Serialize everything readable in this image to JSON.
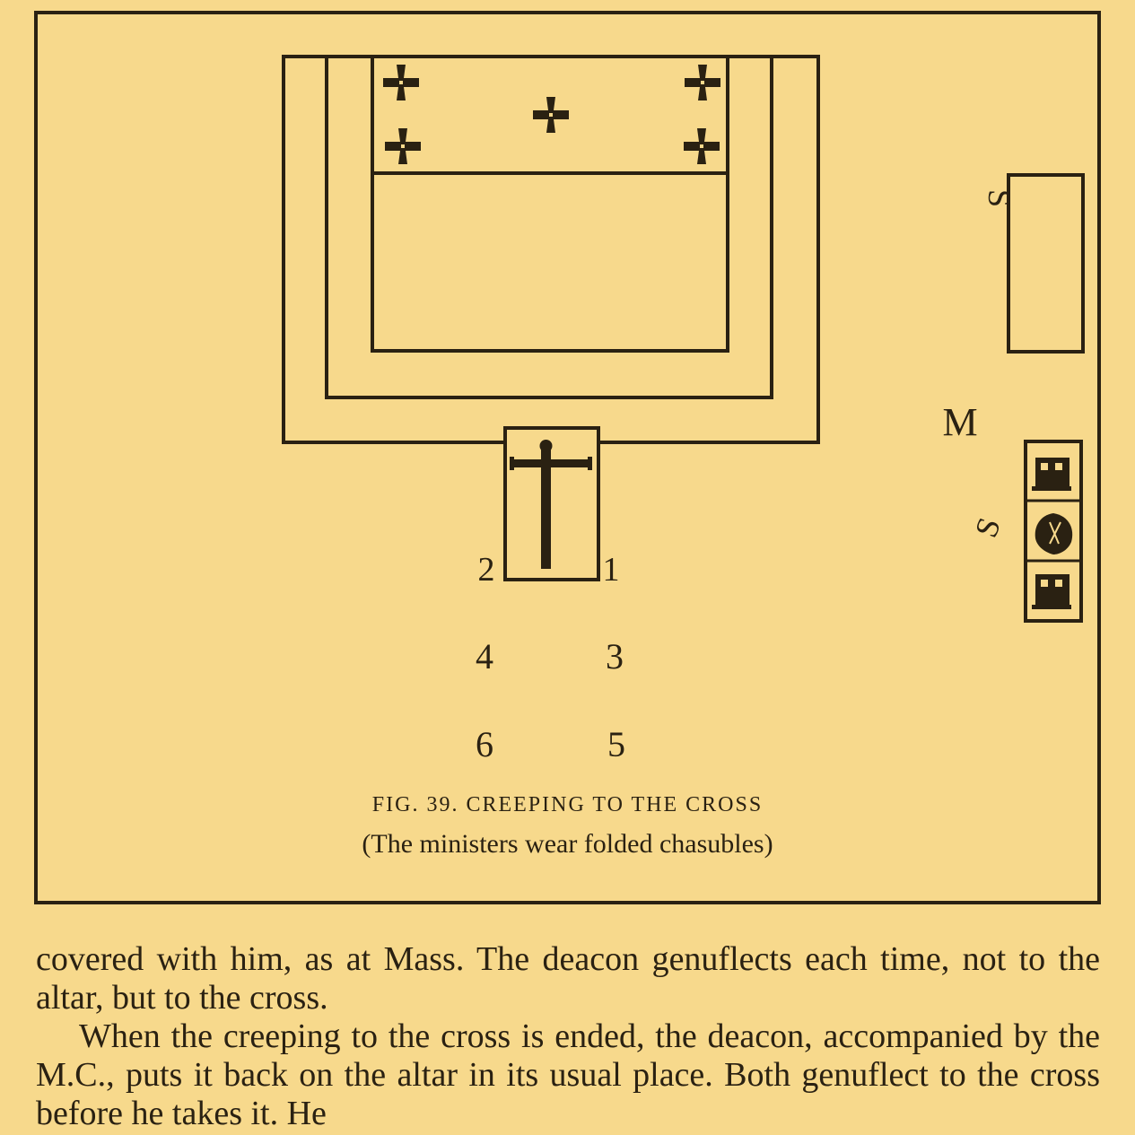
{
  "figure": {
    "caption_title": "FIG. 39. CREEPING TO THE CROSS",
    "caption_note": "(The ministers wear folded chasubles)",
    "position_labels": [
      "2",
      "1",
      "4",
      "3",
      "6",
      "5"
    ],
    "side_labels": {
      "ministers_upper": "S",
      "ministers_lower": "S",
      "mc": "M"
    },
    "ink_color": "#2a2112",
    "paper_color": "#f7d98c"
  },
  "body": {
    "paragraph_1": "covered with him, as at Mass. The deacon genuflects each time, not to the altar, but to the cross.",
    "paragraph_2": "When the creeping to the cross is ended, the deacon, accompanied by the M.C., puts it back on the altar in its usual place. Both genuflect to the cross before he takes it. He"
  }
}
